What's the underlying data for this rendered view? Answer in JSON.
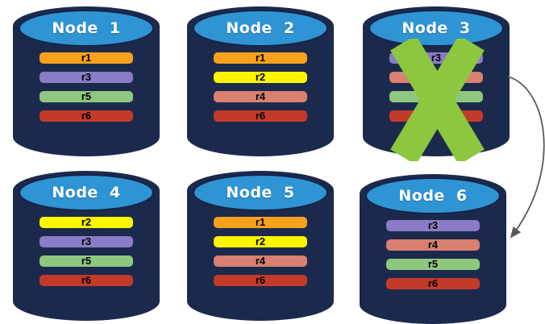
{
  "diagram": {
    "background": "#FFFFFF",
    "colors": {
      "cylinder_body": "#1B2A4C",
      "cylinder_top": "#2F94D3",
      "node_title_text": "#FFFFFF",
      "replica_label_text": "#000000",
      "failure_x": "#8DC63F",
      "arrow": "#595959"
    },
    "nodes": [
      {
        "label": "Node 1",
        "failed": false,
        "replicas": [
          {
            "label": "r1",
            "color": "#F9A11B"
          },
          {
            "label": "r3",
            "color": "#8A7CC6"
          },
          {
            "label": "r5",
            "color": "#8EC87F"
          },
          {
            "label": "r6",
            "color": "#C33B28"
          }
        ]
      },
      {
        "label": "Node 2",
        "failed": false,
        "replicas": [
          {
            "label": "r1",
            "color": "#F9A11B"
          },
          {
            "label": "r2",
            "color": "#FCF500"
          },
          {
            "label": "r4",
            "color": "#D98070"
          },
          {
            "label": "r6",
            "color": "#C33B28"
          }
        ]
      },
      {
        "label": "Node 3",
        "failed": true,
        "replicas": [
          {
            "label": "r3",
            "color": "#8A7CC6"
          },
          {
            "label": "",
            "color": "#D98070"
          },
          {
            "label": "",
            "color": "#8EC87F"
          },
          {
            "label": "",
            "color": "#C33B28"
          }
        ]
      },
      {
        "label": "Node 4",
        "failed": false,
        "replicas": [
          {
            "label": "r2",
            "color": "#FCF500"
          },
          {
            "label": "r3",
            "color": "#8A7CC6"
          },
          {
            "label": "r5",
            "color": "#8EC87F"
          },
          {
            "label": "r6",
            "color": "#C33B28"
          }
        ]
      },
      {
        "label": "Node 5",
        "failed": false,
        "replicas": [
          {
            "label": "r1",
            "color": "#F9A11B"
          },
          {
            "label": "r2",
            "color": "#FCF500"
          },
          {
            "label": "r4",
            "color": "#D98070"
          },
          {
            "label": "r6",
            "color": "#C33B28"
          }
        ]
      },
      {
        "label": "Node 6",
        "failed": false,
        "replicas": [
          {
            "label": "r3",
            "color": "#8A7CC6"
          },
          {
            "label": "r4",
            "color": "#D98070"
          },
          {
            "label": "r5",
            "color": "#8EC87F"
          },
          {
            "label": "r6",
            "color": "#C33B28"
          }
        ]
      }
    ],
    "arrow_connection": {
      "from": "Node 3",
      "to": "Node 6"
    }
  }
}
